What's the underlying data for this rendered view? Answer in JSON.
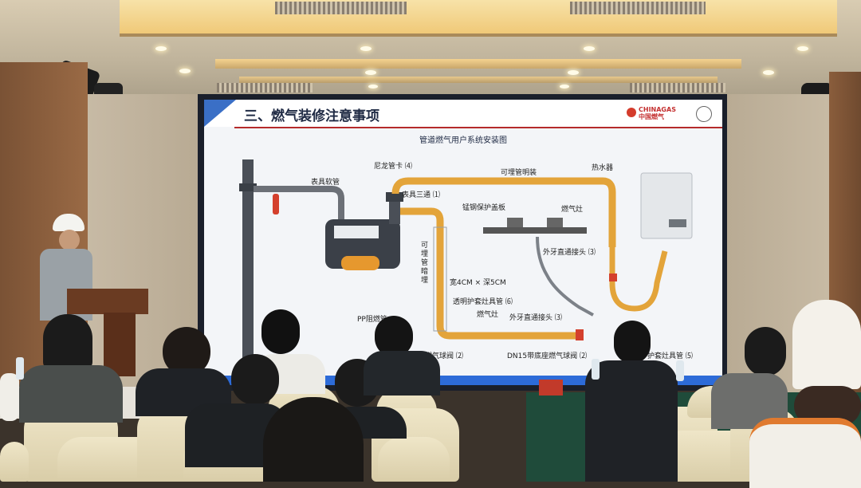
{
  "slide": {
    "title": "三、燃气装修注意事项",
    "diagram_title": "管道燃气用户系统安装图",
    "logo_text_en": "CHINAGAS",
    "logo_text_cn": "中国燃气",
    "labels": {
      "meter_hose": "表具软管",
      "nylon_clip": "尼龙管卡 ⑷",
      "meter_tee": "表具三通 ⑴",
      "buried_exposed": "可埋管明装",
      "water_heater": "热水器",
      "cover_plate": "锰钢保护盖板",
      "gas_stove_top": "燃气灶",
      "buried_pipe": "可埋管暗埋",
      "outer_thread_connector_1": "外牙直通接头 ⑶",
      "trench_size": "宽4CM × 深5CM",
      "transparent_sleeve": "透明护套灶具管 ⑹",
      "pp_tape": "PP阻燃管",
      "gas_stove_bottom": "燃气灶",
      "outer_thread_connector_2": "外牙直通接头 ⑶",
      "ball_valve": "带底座燃气球阀 ⑵",
      "dn15_ball_valve": "DN15带底座燃气球阀 ⑵",
      "stove_pipe_right": "护套灶具管 ⑸"
    }
  },
  "colors": {
    "pipe": "#e3a43a",
    "pipe_dark": "#b87a22",
    "accent_blue": "#2d6bd8",
    "title_red": "#b52b2b",
    "table_green": "#1f4b3a"
  }
}
